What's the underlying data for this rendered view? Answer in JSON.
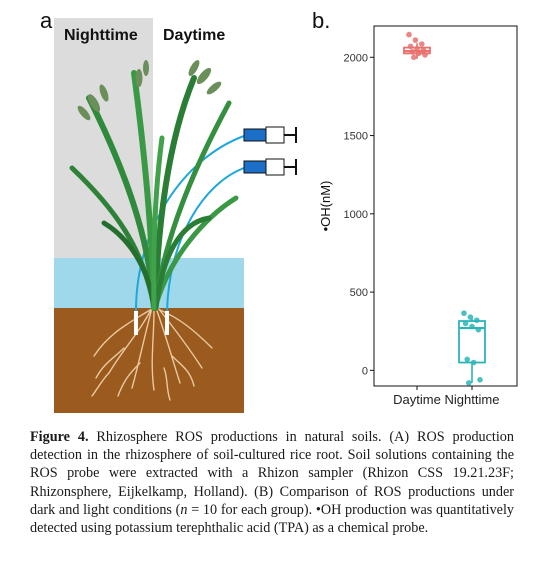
{
  "panel_a": {
    "label": "a.",
    "nighttime_label": "Nighttime",
    "daytime_label": "Daytime"
  },
  "panel_b": {
    "label": "b."
  },
  "chart_data": {
    "type": "boxplot",
    "categories": [
      "Daytime",
      "Nighttime"
    ],
    "ylabel": "•OH(nM)",
    "yticks": [
      0,
      500,
      1000,
      1500,
      2000
    ],
    "ylim": [
      -100,
      2200
    ],
    "colors": {
      "Daytime": "#e8716e",
      "Nighttime": "#2bb5b8"
    },
    "boxes": [
      {
        "category": "Daytime",
        "min": 1990,
        "q1": 2025,
        "median": 2040,
        "q3": 2062,
        "max": 2090,
        "points": [
          2145,
          2110,
          2085,
          2070,
          2055,
          2045,
          2035,
          2025,
          2015,
          2000
        ]
      },
      {
        "category": "Nighttime",
        "min": -80,
        "q1": 50,
        "median": 270,
        "q3": 315,
        "max": 330,
        "points": [
          365,
          340,
          320,
          300,
          280,
          260,
          70,
          50,
          -60,
          -80
        ]
      }
    ],
    "grid": false,
    "legend": "none"
  },
  "caption": {
    "fig_label": "Figure 4.",
    "part1": " Rhizosphere ROS productions in natural soils. (A) ROS production detection in the rhizosphere of soil-cultured rice root. Soil solutions containing the ROS probe were extracted with a Rhizon sampler (Rhizon CSS 19.21.23F; Rhizonsphere, Eijkelkamp, Holland). (B) Comparison of ROS productions under dark and light conditions (",
    "n_symbol": "n",
    "part2": " = 10 for each group). •OH production was quantitatively detected using potassium terephthalic acid (TPA) as a chemical probe."
  }
}
